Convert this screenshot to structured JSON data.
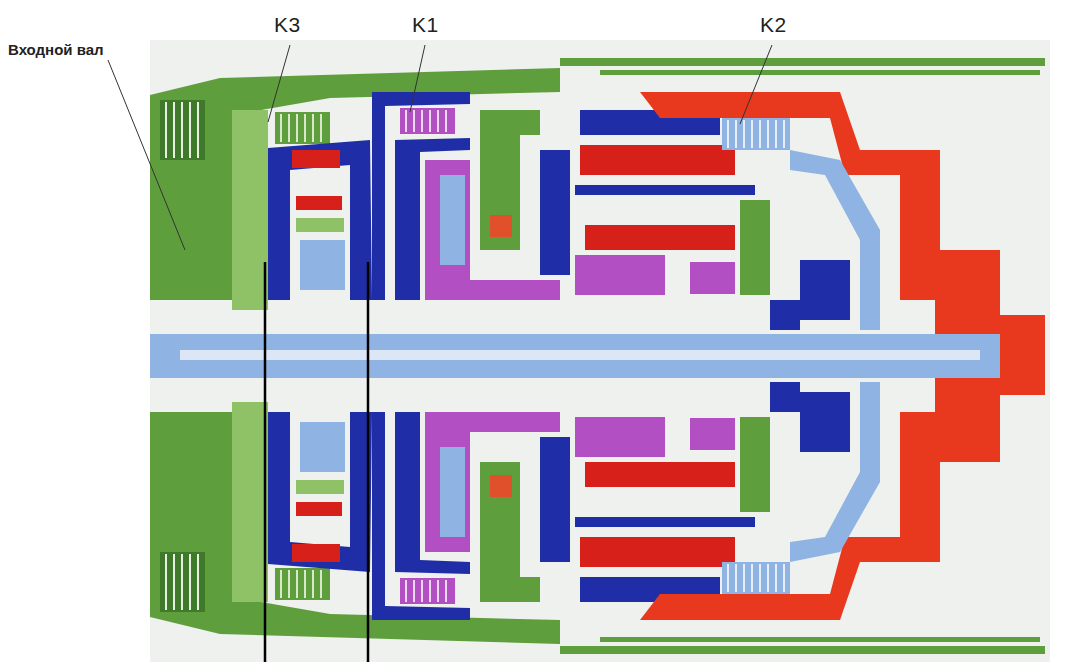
{
  "diagram": {
    "labels": [
      "K3",
      "K1",
      "K2",
      "Входной вал"
    ]
  }
}
